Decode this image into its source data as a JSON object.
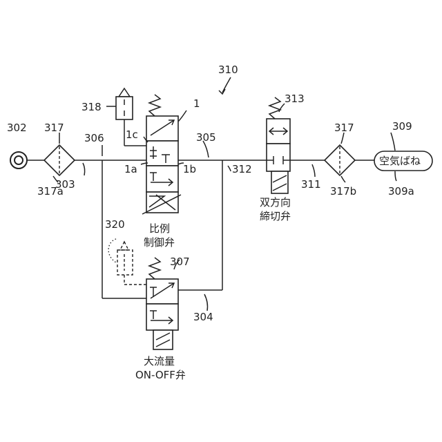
{
  "labels": {
    "n1": "1",
    "n1a": "1a",
    "n1b": "1b",
    "n1c": "1c",
    "n302": "302",
    "n303": "303",
    "n304": "304",
    "n305": "305",
    "n306": "306",
    "n307": "307",
    "n309": "309",
    "n309a": "309a",
    "n310": "310",
    "n311": "311",
    "n312": "312",
    "n313": "313",
    "n317_left": "317",
    "n317_right": "317",
    "n317a": "317a",
    "n317b": "317b",
    "n318": "318",
    "n320": "320"
  },
  "captions": {
    "proportional_line1": "比例",
    "proportional_line2": "制御弁",
    "bidirectional_line1": "双方向",
    "bidirectional_line2": "締切弁",
    "large_flow_line1": "大流量",
    "large_flow_line2": "ON-OFF弁",
    "air_spring": "空気ばね"
  },
  "colors": {
    "line": "#222222",
    "background": "#ffffff"
  }
}
